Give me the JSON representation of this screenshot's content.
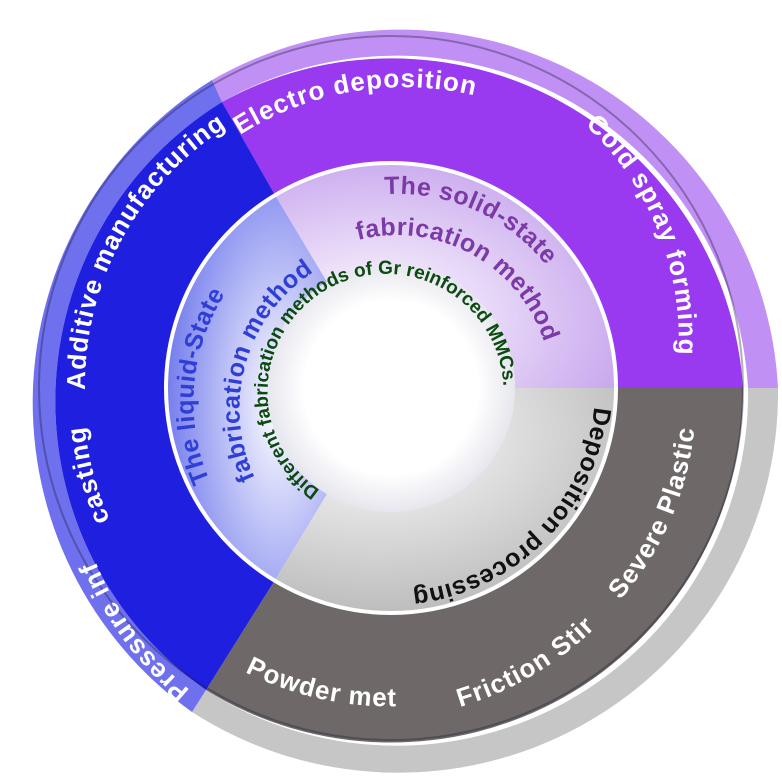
{
  "center": {
    "line1": "Different fabrication methods of Gr reinforced MMCs."
  },
  "inner": {
    "liquid": {
      "line1": "The liquid-State",
      "line2": "fabrication methods",
      "color": "#2f3fd6"
    },
    "solid": {
      "line1": "The solid-state",
      "line2": "fabrication methods",
      "color": "#7b3aa6"
    },
    "deposition": {
      "line1": "Deposition processing",
      "color": "#111111"
    }
  },
  "outer": {
    "liquid": {
      "color": "#1f1fe0",
      "items": [
        "Pressure infiltration",
        "casting",
        "Additive manufacturing (LPBF)"
      ]
    },
    "deposition": {
      "color": "#9a3af0",
      "items": [
        "Electro deposition",
        "Cold spray forming"
      ]
    },
    "solid": {
      "color": "#6e6968",
      "items": [
        "Severe Plastic deformation",
        "Friction Stir pro welding",
        "Powder metallurgy"
      ]
    }
  }
}
